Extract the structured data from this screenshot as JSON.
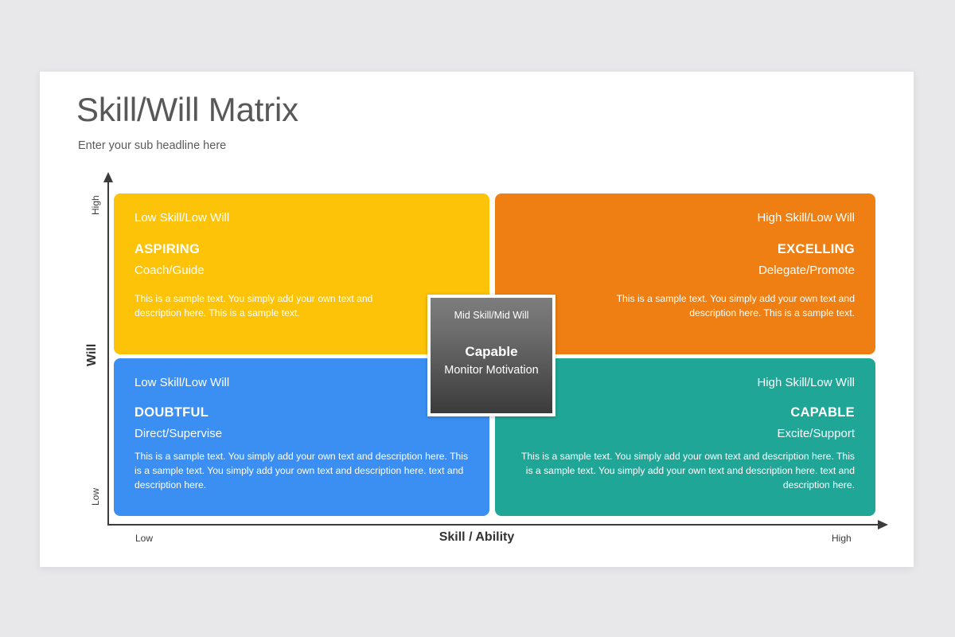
{
  "slide": {
    "title": "Skill/Will Matrix",
    "subtitle": "Enter your sub headline here"
  },
  "axes": {
    "y": {
      "title": "Will",
      "high_label": "High",
      "low_label": "Low"
    },
    "x": {
      "title": "Skill / Ability",
      "low_label": "Low",
      "high_label": "High"
    }
  },
  "colors": {
    "background": "#e8e8ea",
    "card": "#ffffff",
    "top_left": "#fdc309",
    "top_right": "#f07f13",
    "bottom_left": "#3b8ff3",
    "bottom_right": "#20a697",
    "center_box_top": "#7d7d7d",
    "center_box_bottom": "#3b3b3b",
    "axis": "#3c3c3c",
    "title_text": "#585858"
  },
  "quadrants": {
    "top_left": {
      "category": "Low Skill/Low Will",
      "name": "ASPIRING",
      "action": "Coach/Guide",
      "body": "This is a sample text. You simply add your own text and description here. This is a sample text."
    },
    "top_right": {
      "category": "High Skill/Low Will",
      "name": "EXCELLING",
      "action": "Delegate/Promote",
      "body": "This is a sample text. You simply add your own text and description here. This is a sample text."
    },
    "bottom_left": {
      "category": "Low Skill/Low Will",
      "name": "DOUBTFUL",
      "action": "Direct/Supervise",
      "body": "This is a sample text. You simply add your own text and description here. This is a sample text. You simply add your own text and description here. text and description here."
    },
    "bottom_right": {
      "category": "High Skill/Low Will",
      "name": "CAPABLE",
      "action": "Excite/Support",
      "body": "This is a sample text. You simply add your own text and description here. This is a sample text. You simply add your own text and description here. text and description here."
    }
  },
  "center": {
    "category": "Mid Skill/Mid Will",
    "name": "Capable",
    "action": "Monitor Motivation"
  },
  "chart_data": {
    "type": "matrix",
    "title": "Skill/Will Matrix",
    "subtitle": "Enter your sub headline here",
    "xlabel": "Skill / Ability",
    "ylabel": "Will",
    "xticks": [
      "Low",
      "High"
    ],
    "yticks": [
      "Low",
      "High"
    ],
    "grid": false,
    "legend": "none",
    "cells": [
      {
        "x": "Low",
        "y": "High",
        "label": "ASPIRING",
        "category": "Low Skill/Low Will",
        "action": "Coach/Guide",
        "color": "#fdc309"
      },
      {
        "x": "High",
        "y": "High",
        "label": "EXCELLING",
        "category": "High Skill/Low Will",
        "action": "Delegate/Promote",
        "color": "#f07f13"
      },
      {
        "x": "Low",
        "y": "Low",
        "label": "DOUBTFUL",
        "category": "Low Skill/Low Will",
        "action": "Direct/Supervise",
        "color": "#3b8ff3"
      },
      {
        "x": "High",
        "y": "Low",
        "label": "CAPABLE",
        "category": "High Skill/Low Will",
        "action": "Excite/Support",
        "color": "#20a697"
      },
      {
        "x": "Mid",
        "y": "Mid",
        "label": "Capable",
        "category": "Mid Skill/Mid Will",
        "action": "Monitor Motivation",
        "color": "#565656"
      }
    ]
  }
}
